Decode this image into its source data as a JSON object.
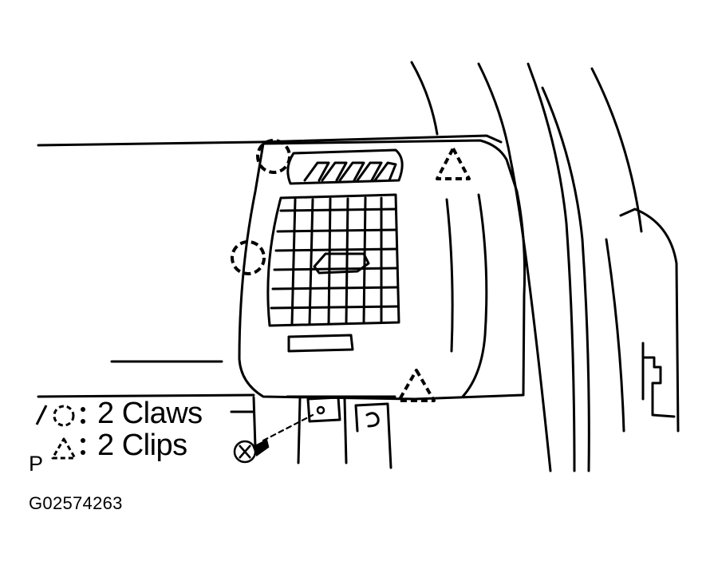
{
  "legend": {
    "claws_label": "2 Claws",
    "clips_label": "2 Clips",
    "claw_symbol_prefix": "∕○:",
    "clip_symbol_suffix": ":",
    "p_mark": "P"
  },
  "figure_id": "G02574263",
  "colors": {
    "ink": "#000000",
    "paper": "#ffffff"
  }
}
